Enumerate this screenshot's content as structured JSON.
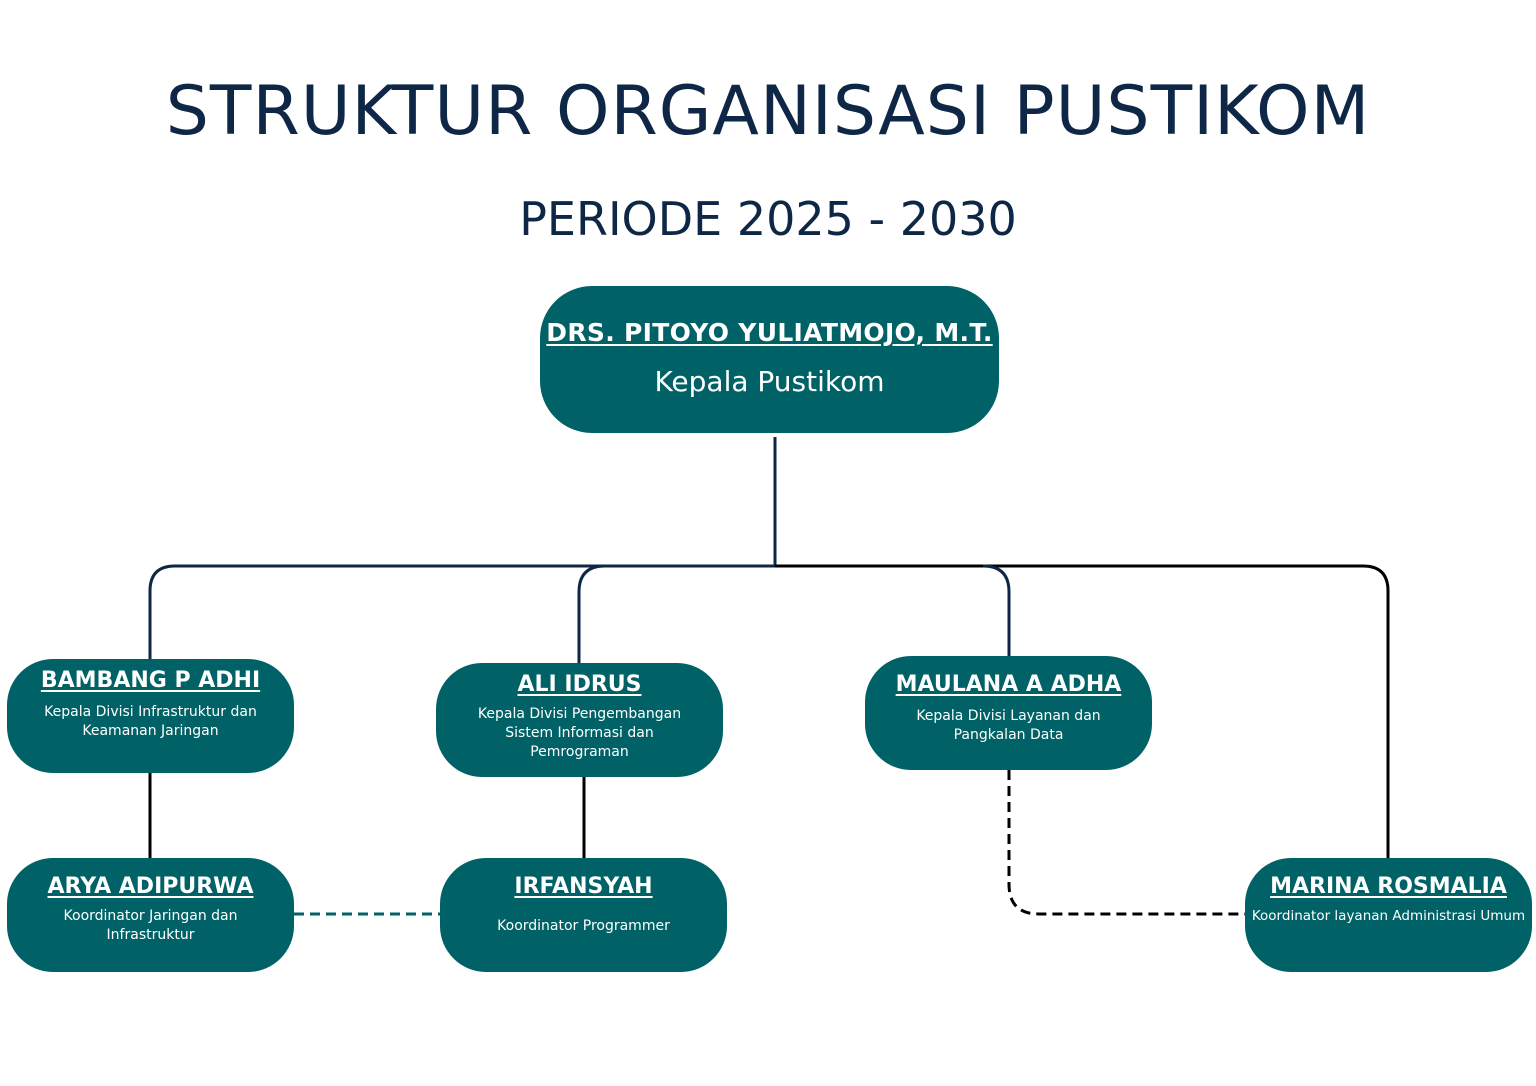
{
  "title": "STRUKTUR ORGANISASI PUSTIKOM",
  "subtitle": "PERIODE 2025 - 2030",
  "colors": {
    "node_fill": "#006266",
    "text_dark": "#0f2746",
    "line_navy": "#0f2746",
    "line_black": "#000000"
  },
  "nodes": {
    "head": {
      "name": "DRS. PITOYO YULIATMOJO, M.T.",
      "role": "Kepala Pustikom"
    },
    "infrastruktur": {
      "name": "BAMBANG P ADHI",
      "role": "Kepala Divisi Infrastruktur dan Keamanan Jaringan"
    },
    "pengembangan": {
      "name": "ALI IDRUS",
      "role": "Kepala Divisi Pengembangan Sistem Informasi dan Pemrograman"
    },
    "layanan": {
      "name": "MAULANA A ADHA",
      "role": "Kepala Divisi Layanan dan Pangkalan Data"
    },
    "jaringan": {
      "name": "ARYA ADIPURWA",
      "role": "Koordinator Jaringan dan Infrastruktur"
    },
    "programmer": {
      "name": "IRFANSYAH",
      "role": "Koordinator Programmer"
    },
    "administrasi": {
      "name": "MARINA ROSMALIA",
      "role": "Koordinator layanan Administrasi Umum"
    }
  }
}
